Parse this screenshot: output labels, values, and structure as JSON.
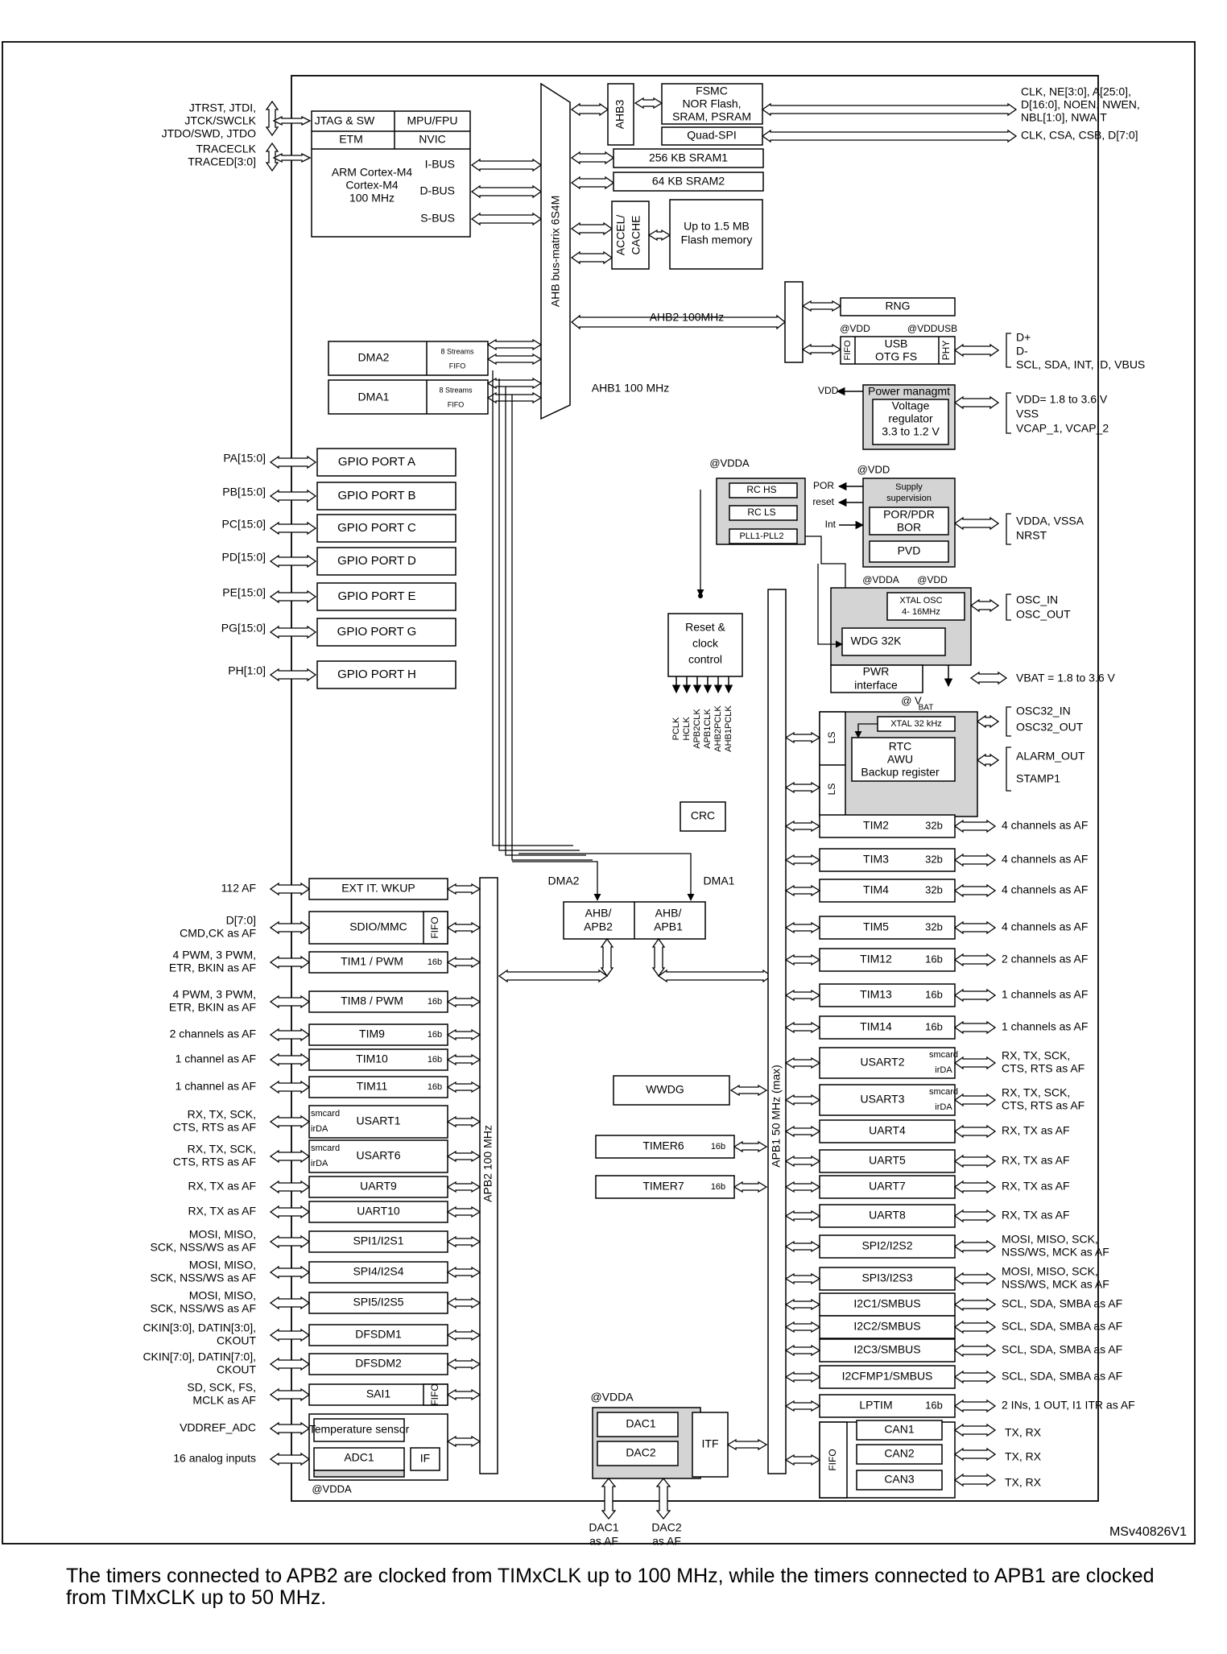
{
  "diagram_id": "MSv40826V1",
  "caption": "The timers connected to APB2 are clocked from TIMxCLK up to 100 MHz, while the timers connected to APB1 are clocked from TIMxCLK up to 50 MHz.",
  "buses": {
    "ahb_matrix": "AHB bus-matrix 6S4M",
    "ahb1": "AHB1 100 MHz",
    "ahb2": "AHB2 100MHz",
    "apb2": "APB2 100 MHz",
    "apb1": "APB1 50 MHz (max)",
    "ahb_apb2": "AHB/ APB2",
    "ahb_apb1": "AHB/ APB1",
    "dma2_label": "DMA2",
    "dma1_label": "DMA1"
  },
  "core": {
    "jtag": "JTAG & SW",
    "mpu": "MPU/FPU",
    "etm": "ETM",
    "nvic": "NVIC",
    "cpu_name": "ARM Cortex-M4",
    "cpu_sub": "Cortex-M4",
    "cpu_freq": "100 MHz",
    "ibus": "I-BUS",
    "dbus": "D-BUS",
    "sbus": "S-BUS"
  },
  "left_pins_top": [
    {
      "lines": [
        "JTRST, JTDI,",
        "JTCK/SWCLK",
        "JTDO/SWD, JTDO"
      ]
    },
    {
      "lines": [
        "TRACECLK",
        "TRACED[3:0]"
      ]
    }
  ],
  "memory": {
    "ahb3": "AHB3",
    "fsmc": [
      "FSMC",
      "NOR Flash,",
      "SRAM, PSRAM"
    ],
    "quadspi": "Quad-SPI",
    "sram1": "256 KB SRAM1",
    "sram2": "64 KB SRAM2",
    "accel": "ACCEL/ CACHE",
    "flash": [
      "Up to 1.5 MB",
      "Flash memory"
    ]
  },
  "right_pins_top": [
    {
      "lines": [
        "CLK, NE[3:0], A[25:0],",
        "D[16:0], NOEN, NWEN,",
        "NBL[1:0], NWAIT"
      ]
    },
    {
      "lines": [
        "CLK, CSA, CSB, D[7:0]"
      ]
    }
  ],
  "dma": {
    "dma2": "DMA2",
    "dma1": "DMA1",
    "streams": "8 Streams",
    "fifo": "FIFO"
  },
  "ahb2_blocks": {
    "rng": "RNG",
    "vdd": "@VDD",
    "vddusb": "@VDDUSB",
    "fifo": "FIFO",
    "usb": [
      "USB",
      "OTG FS"
    ],
    "phy": "PHY",
    "usb_pins": [
      "D+",
      "D-",
      "SCL, SDA, INT, ID, VBUS"
    ]
  },
  "power": {
    "vdd_out": "VDD",
    "title": "Power managmt",
    "regulator": [
      "Voltage",
      "regulator",
      "3.3 to 1.2 V"
    ],
    "pins": [
      "VDD= 1.8 to 3.6 V",
      "VSS",
      "VCAP_1, VCAP_2"
    ]
  },
  "gpio": [
    {
      "pin": "PA[15:0]",
      "name": "GPIO PORT A"
    },
    {
      "pin": "PB[15:0]",
      "name": "GPIO PORT B"
    },
    {
      "pin": "PC[15:0]",
      "name": "GPIO PORT C"
    },
    {
      "pin": "PD[15:0]",
      "name": "GPIO PORT D"
    },
    {
      "pin": "PE[15:0]",
      "name": "GPIO PORT E"
    },
    {
      "pin": "PG[15:0]",
      "name": "GPIO PORT G"
    },
    {
      "pin": "PH[1:0]",
      "name": "GPIO PORT H"
    }
  ],
  "clocks": {
    "vdda": "@VDDA",
    "rc_hs": "RC  HS",
    "rc_ls": "RC  LS",
    "pll": "PLL1-PLL2",
    "vdd": "@VDD",
    "supply": [
      "Supply",
      "supervision"
    ],
    "por": "POR",
    "reset": "reset",
    "int": "Int",
    "porpdr": [
      "POR/PDR",
      "BOR"
    ],
    "pvd": "PVD",
    "supply_pins": [
      "VDDA, VSSA",
      "NRST"
    ],
    "reset_clock": [
      "Reset &",
      "clock",
      "control"
    ],
    "clk_outputs": [
      "PCLK",
      "HCLK",
      "APB2CLK",
      "APB1CLK",
      "AHB2PCLK",
      "AHB1PCLK"
    ],
    "xtal_vdda": "@VDDA",
    "xtal_vdd": "@VDD",
    "xtal_osc": [
      "XTAL OSC",
      "4- 16MHz"
    ],
    "wdg": "WDG 32K",
    "osc_pins": [
      "OSC_IN",
      "OSC_OUT"
    ],
    "pwr": [
      "PWR",
      "interface"
    ],
    "vbat_pin": "VBAT = 1.8 to 3.6 V",
    "vbat": "@ V",
    "bat": "BAT",
    "xtal32": "XTAL 32 kHz",
    "rtc": [
      "RTC",
      "AWU",
      "Backup register"
    ],
    "ls": "LS",
    "rtc_pins": [
      "OSC32_IN",
      "OSC32_OUT",
      "ALARM_OUT",
      "STAMP1"
    ],
    "crc": "CRC"
  },
  "apb2_periph": [
    {
      "pin": [
        "112 AF"
      ],
      "name": "EXT IT. WKUP",
      "tag": ""
    },
    {
      "pin": [
        "D[7:0]",
        "CMD,CK as AF"
      ],
      "name": "SDIO/MMC",
      "tag": "FIFO"
    },
    {
      "pin": [
        "4 PWM, 3 PWM,",
        "ETR, BKIN as AF"
      ],
      "name": "TIM1 / PWM",
      "tag": "16b"
    },
    {
      "pin": [
        "4 PWM, 3 PWM,",
        "ETR, BKIN as AF"
      ],
      "name": "TIM8 / PWM",
      "tag": "16b"
    },
    {
      "pin": [
        "2 channels as AF"
      ],
      "name": "TIM9",
      "tag": "16b"
    },
    {
      "pin": [
        "1 channel as AF"
      ],
      "name": "TIM10",
      "tag": "16b"
    },
    {
      "pin": [
        "1 channel as AF"
      ],
      "name": "TIM11",
      "tag": "16b"
    },
    {
      "pin": [
        "RX, TX, SCK,",
        "CTS, RTS as AF"
      ],
      "name": "USART1",
      "tag": "smcard irDA"
    },
    {
      "pin": [
        "RX, TX, SCK,",
        "CTS, RTS as AF"
      ],
      "name": "USART6",
      "tag": "smcard irDA"
    },
    {
      "pin": [
        "RX, TX as AF"
      ],
      "name": "UART9",
      "tag": ""
    },
    {
      "pin": [
        "RX, TX as AF"
      ],
      "name": "UART10",
      "tag": ""
    },
    {
      "pin": [
        "MOSI, MISO,",
        "SCK,  NSS/WS as AF"
      ],
      "name": "SPI1/I2S1",
      "tag": ""
    },
    {
      "pin": [
        "MOSI, MISO,",
        "SCK,  NSS/WS as AF"
      ],
      "name": "SPI4/I2S4",
      "tag": ""
    },
    {
      "pin": [
        "MOSI, MISO,",
        "SCK,  NSS/WS as AF"
      ],
      "name": "SPI5/I2S5",
      "tag": ""
    },
    {
      "pin": [
        "CKIN[3:0], DATIN[3:0],",
        "CKOUT"
      ],
      "name": "DFSDM1",
      "tag": ""
    },
    {
      "pin": [
        "CKIN[7:0], DATIN[7:0],",
        "CKOUT"
      ],
      "name": "DFSDM2",
      "tag": ""
    },
    {
      "pin": [
        "SD, SCK, FS,",
        "MCLK as AF"
      ],
      "name": "SAI1",
      "tag": "FIFO"
    }
  ],
  "adc": {
    "vref": "VDDREF_ADC",
    "analog": "16 analog inputs",
    "temp": "Temperature sensor",
    "adc1": "ADC1",
    "if": "IF",
    "vdda": "@VDDA"
  },
  "apb1_periph": [
    {
      "name": "TIM2",
      "tag": "32b",
      "pin": [
        "4 channels as AF"
      ]
    },
    {
      "name": "TIM3",
      "tag": "32b",
      "pin": [
        "4 channels as AF"
      ]
    },
    {
      "name": "TIM4",
      "tag": "32b",
      "pin": [
        "4 channels as AF"
      ]
    },
    {
      "name": "TIM5",
      "tag": "32b",
      "pin": [
        "4 channels as AF"
      ]
    },
    {
      "name": "TIM12",
      "tag": "16b",
      "pin": [
        "2 channels as AF"
      ]
    },
    {
      "name": "TIM13",
      "tag": "16b",
      "pin": [
        "1 channels as AF"
      ]
    },
    {
      "name": "TIM14",
      "tag": "16b",
      "pin": [
        "1 channels as AF"
      ]
    },
    {
      "name": "USART2",
      "tag": "smcard irDA",
      "pin": [
        "RX, TX, SCK,",
        "CTS, RTS as AF"
      ]
    },
    {
      "name": "USART3",
      "tag": "smcard irDA",
      "pin": [
        "RX, TX, SCK,",
        "CTS, RTS as AF"
      ]
    },
    {
      "name": "UART4",
      "tag": "",
      "pin": [
        "RX, TX as AF"
      ]
    },
    {
      "name": "UART5",
      "tag": "",
      "pin": [
        "RX, TX as AF"
      ]
    },
    {
      "name": "UART7",
      "tag": "",
      "pin": [
        "RX, TX as AF"
      ]
    },
    {
      "name": "UART8",
      "tag": "",
      "pin": [
        "RX, TX as AF"
      ]
    },
    {
      "name": "SPI2/I2S2",
      "tag": "",
      "pin": [
        "MOSI, MISO, SCK,",
        "NSS/WS, MCK as AF"
      ]
    },
    {
      "name": "SPI3/I2S3",
      "tag": "",
      "pin": [
        "MOSI, MISO, SCK,",
        "NSS/WS, MCK as AF"
      ]
    },
    {
      "name": "I2C1/SMBUS",
      "tag": "",
      "pin": [
        "SCL, SDA, SMBA as AF"
      ]
    },
    {
      "name": "I2C2/SMBUS",
      "tag": "",
      "pin": [
        "SCL, SDA, SMBA as AF"
      ]
    },
    {
      "name": "I2C3/SMBUS",
      "tag": "",
      "pin": [
        "SCL, SDA, SMBA as AF"
      ]
    },
    {
      "name": "I2CFMP1/SMBUS",
      "tag": "",
      "pin": [
        "SCL, SDA, SMBA as AF"
      ]
    },
    {
      "name": "LPTIM",
      "tag": "16b",
      "pin": [
        "2 INs, 1 OUT, I1 ITR as AF"
      ]
    }
  ],
  "can": {
    "fifo": "FIFO",
    "units": [
      "CAN1",
      "CAN2",
      "CAN3"
    ],
    "pins": [
      "TX, RX",
      "TX, RX",
      "TX, RX"
    ]
  },
  "middle": {
    "wwdg": "WWDG",
    "timer6": "TIMER6",
    "timer7": "TIMER7",
    "tag16": "16b",
    "dac_vdda": "@VDDA",
    "dac1": "DAC1",
    "dac2": "DAC2",
    "itf": "ITF",
    "dac_pins": [
      [
        "DAC1",
        "as AF"
      ],
      [
        "DAC2",
        "as AF"
      ]
    ]
  }
}
